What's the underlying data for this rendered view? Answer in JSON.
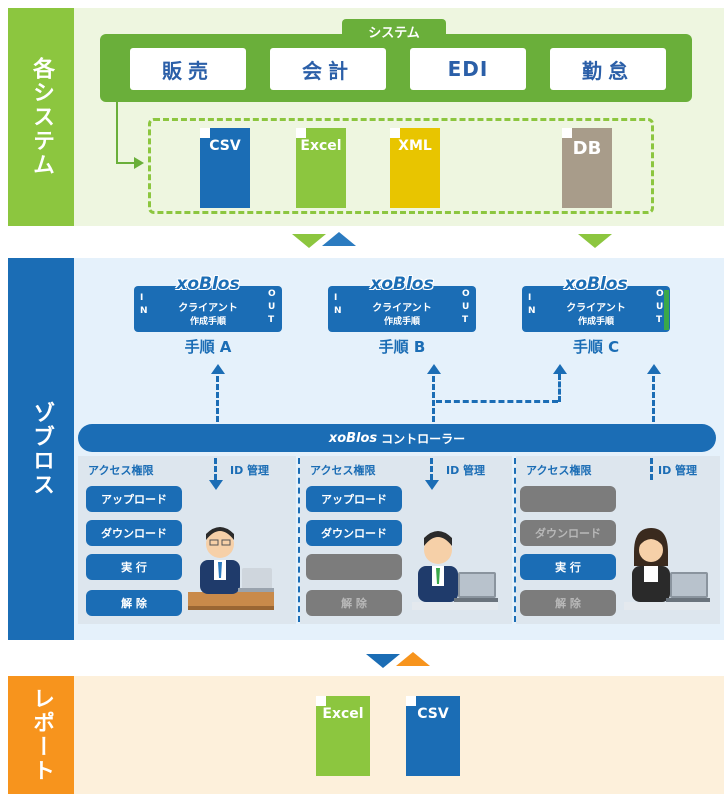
{
  "section_systems": {
    "label": "各システム",
    "system_tab": "システム",
    "systems": [
      "販売",
      "会計",
      "EDI",
      "勤怠"
    ],
    "files": [
      {
        "label": "CSV",
        "color": "#1b6db5"
      },
      {
        "label": "Excel",
        "color": "#8cc63f"
      },
      {
        "label": "XML",
        "color": "#e8c500"
      },
      {
        "label": "DB",
        "color": "#a89c8a"
      }
    ]
  },
  "section_xoblos": {
    "label": "ゾブロス",
    "clients": [
      {
        "logo": "xoBlos",
        "line1": "クライアント",
        "line2": "作成手順",
        "in": "IN",
        "out": "OUT",
        "step": "手順 A"
      },
      {
        "logo": "xoBlos",
        "line1": "クライアント",
        "line2": "作成手順",
        "in": "IN",
        "out": "OUT",
        "step": "手順 B"
      },
      {
        "logo": "xoBlos",
        "line1": "クライアント",
        "line2": "作成手順",
        "in": "IN",
        "out": "OUT",
        "step": "手順 C"
      }
    ],
    "controller": {
      "logo": "xoBlos",
      "label": "コントローラー"
    },
    "panels": [
      {
        "access": "アクセス権限",
        "id": "ID 管理",
        "roles": [
          "アップロード",
          "ダウンロード",
          "実 行",
          "解 除"
        ],
        "enabled": [
          true,
          true,
          true,
          true
        ]
      },
      {
        "access": "アクセス権限",
        "id": "ID 管理",
        "roles": [
          "アップロード",
          "ダウンロード",
          "",
          "解 除"
        ],
        "enabled": [
          true,
          true,
          false,
          false
        ]
      },
      {
        "access": "アクセス権限",
        "id": "ID 管理",
        "roles": [
          "",
          "ダウンロード",
          "実 行",
          "解 除"
        ],
        "enabled": [
          false,
          false,
          true,
          false
        ]
      }
    ]
  },
  "section_report": {
    "label": "レポート",
    "files": [
      {
        "label": "Excel",
        "color": "#8cc63f"
      },
      {
        "label": "CSV",
        "color": "#1b6db5"
      }
    ]
  }
}
